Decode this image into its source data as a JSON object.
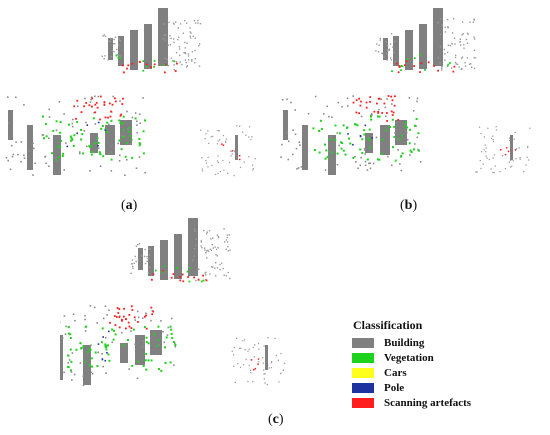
{
  "captions": {
    "a": "a",
    "b": "b",
    "c": "c"
  },
  "legend": {
    "title": "Classification",
    "items": [
      {
        "label": "Building",
        "color": "#808080"
      },
      {
        "label": "Vegetation",
        "color": "#1ed21e"
      },
      {
        "label": "Cars",
        "color": "#ffff1e"
      },
      {
        "label": "Pole",
        "color": "#1e32a0"
      },
      {
        "label": "Scanning artefacts",
        "color": "#ff1e1e"
      }
    ]
  }
}
